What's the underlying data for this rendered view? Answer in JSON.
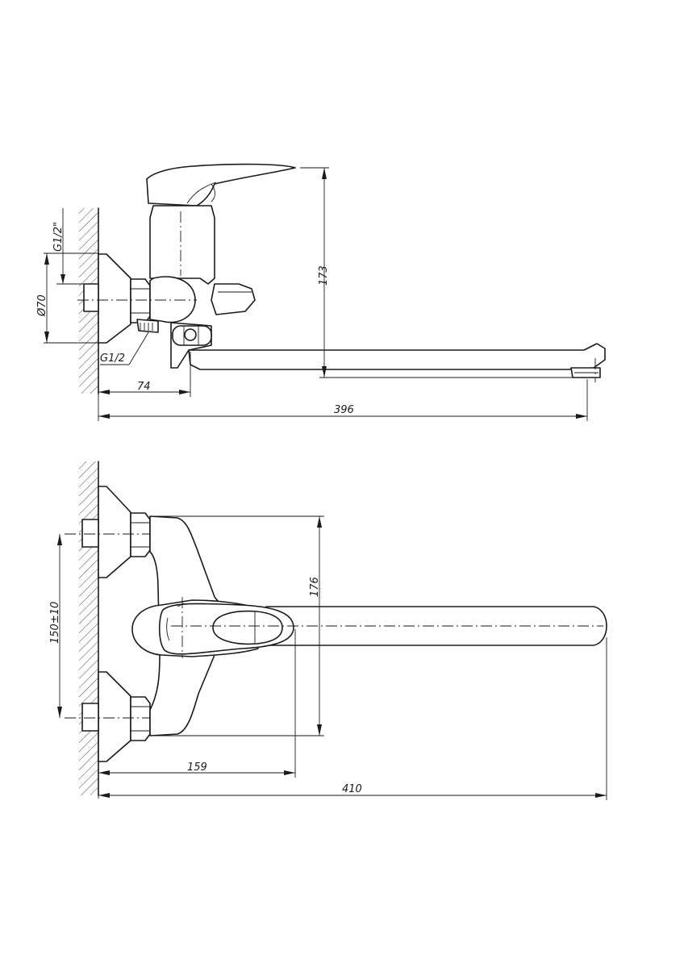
{
  "side_view": {
    "dim_height": "173",
    "dim_thread_top": "G1/2\"",
    "dim_diameter": "Ø70",
    "dim_thread_bottom": "G1/2",
    "dim_offset": "74",
    "dim_length": "396"
  },
  "top_view": {
    "dim_spacing": "150±10",
    "dim_depth": "176",
    "dim_lever": "159",
    "dim_length": "410"
  }
}
